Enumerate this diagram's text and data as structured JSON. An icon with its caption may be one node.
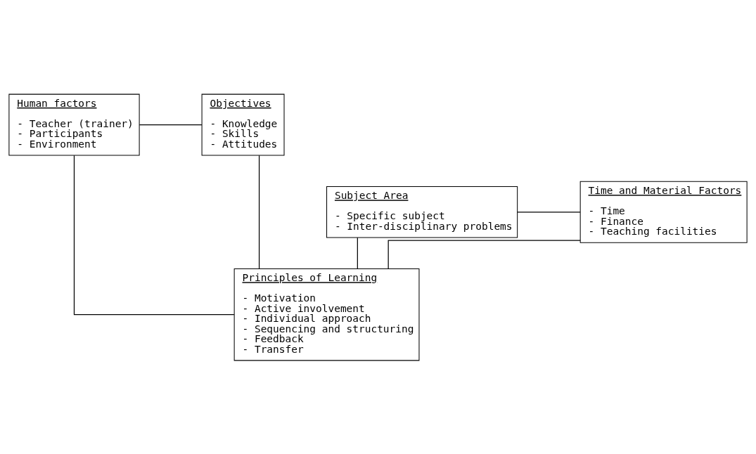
{
  "diagram": {
    "nodes": [
      {
        "text": [
          "Human factors",
          "- Teacher (trainer)",
          "- Participants",
          "- Environment"
        ]
      },
      {
        "text": [
          "Objectives",
          "- Knowledge",
          "- Skills",
          "- Attitudes"
        ]
      },
      {
        "text": [
          "Subject Area",
          "- Specific subject",
          "- Inter-disciplinary problems"
        ]
      },
      {
        "text": [
          "Time and Material Factors",
          "- Time",
          "- Finance",
          "- Teaching facilities"
        ]
      },
      {
        "text": [
          "Principles of Learning",
          "- Motivation",
          "- Active involvement",
          "- Individual approach",
          "- Sequencing and structuring",
          "- Feedback",
          "- Transfer"
        ]
      }
    ],
    "edges": [
      {
        "from": 0,
        "to": 1,
        "arrow": "none"
      },
      {
        "from": 2,
        "to": 3,
        "arrow": "none"
      },
      {
        "from": 0,
        "to": 4,
        "arrow": "none"
      },
      {
        "from": 1,
        "to": 4,
        "arrow": "none"
      },
      {
        "from": 2,
        "to": 4,
        "arrow": "none"
      },
      {
        "from": 3,
        "to": 4,
        "arrow": "none"
      }
    ]
  }
}
